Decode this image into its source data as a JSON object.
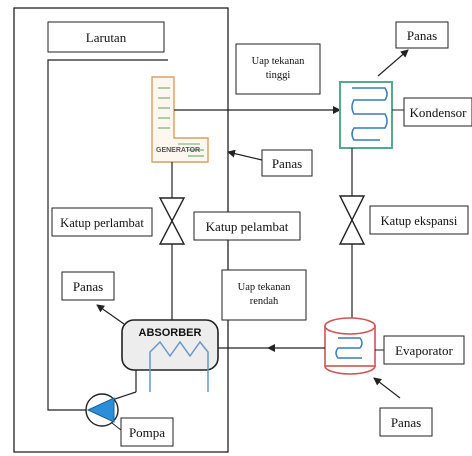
{
  "labels": {
    "larutan": "Larutan",
    "panas_top": "Panas",
    "uap_tinggi_l1": "Uap tekanan",
    "uap_tinggi_l2": "tinggi",
    "kondensor": "Kondensor",
    "generator": "GENERATOR",
    "panas_generator": "Panas",
    "katup_perlambat": "Katup perlambat",
    "katup_pelambat": "Katup pelambat",
    "katup_ekspansi": "Katup ekspansi",
    "panas_absorber": "Panas",
    "uap_rendah_l1": "Uap tekanan",
    "uap_rendah_l2": "rendah",
    "absorber": "ABSORBER",
    "evaporator": "Evaporator",
    "pompa": "Pompa",
    "panas_bottom": "Panas"
  },
  "colors": {
    "line": "#222222",
    "generator_stroke": "#d8a060",
    "generator_coil": "#6aaa6a",
    "generator_text": "#555555",
    "kondensor_box": "#55aa88",
    "coil_blue": "#3a7ab8",
    "evaporator_stroke": "#cc5555",
    "pompa_fill": "#2a8fd8",
    "absorber_fill": "#ededed",
    "absorber_coil": "#6a96c8"
  },
  "icons": {
    "pump": "pump-icon",
    "valve": "bowtie-valve-icon",
    "coil": "coil-icon"
  }
}
